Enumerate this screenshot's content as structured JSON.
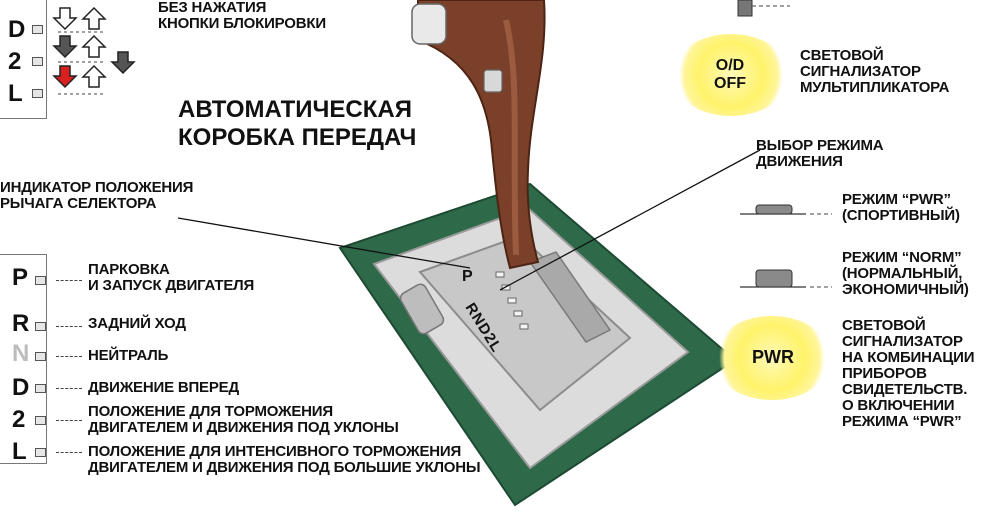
{
  "colors": {
    "lever": "#7a4029",
    "lever_light": "#a8674a",
    "console": "#2e6a4a",
    "plate": "#d9d9d9",
    "glow": "#fff36a",
    "accent_red": "#d8201f"
  },
  "title": "АВТОМАТИЧЕСКАЯ\nКОРОБКА ПЕРЕДАЧ",
  "top_left_caption": "БЕЗ НАЖАТИЯ\nКНОПКИ БЛОКИРОВКИ",
  "top_left_keys": [
    "D",
    "2",
    "L"
  ],
  "top_left_arrows": [
    "arrow-down-outline-icon",
    "arrow-up-outline-icon",
    "arrow-down-filled-icon",
    "arrow-red-down-icon"
  ],
  "indicator_caption": "ИНДИКАТОР ПОЛОЖЕНИЯ\nРЫЧАГА СЕЛЕКТОРА",
  "od_off": {
    "badge": "O/D\nOFF",
    "caption": "СВЕТОВОЙ\nСИГНАЛИЗАТОР\nМУЛЬТИПЛИКАТОРА"
  },
  "mode_select_caption": "ВЫБОР РЕЖИМА\nДВИЖЕНИЯ",
  "pwr_mode_caption": "РЕЖИМ “PWR”\n(СПОРТИВНЫЙ)",
  "norm_mode_caption": "РЕЖИМ “NORM”\n(НОРМАЛЬНЫЙ,\nЭКОНОМИЧНЫЙ)",
  "pwr_lamp": {
    "badge": "PWR",
    "caption": "СВЕТОВОЙ\nСИГНАЛИЗАТОР\nНА КОМБИНАЦИИ\nПРИБОРОВ\nСВИДЕТЕЛЬСТВ.\nО ВКЛЮЧЕНИИ\nРЕЖИМА “PWR”"
  },
  "positions": [
    {
      "key": "P",
      "desc": "ПАРКОВКА\nИ ЗАПУСК ДВИГАТЕЛЯ"
    },
    {
      "key": "R",
      "desc": "ЗАДНИЙ ХОД"
    },
    {
      "key": "N",
      "desc": "НЕЙТРАЛЬ"
    },
    {
      "key": "D",
      "desc": "ДВИЖЕНИЕ ВПЕРЕД"
    },
    {
      "key": "2",
      "desc": "ПОЛОЖЕНИЕ ДЛЯ ТОРМОЖЕНИЯ\nДВИГАТЕЛЕМ И ДВИЖЕНИЯ ПОД УКЛОНЫ"
    },
    {
      "key": "L",
      "desc": "ПОЛОЖЕНИЕ ДЛЯ ИНТЕНСИВНОГО ТОРМОЖЕНИЯ\nДВИГАТЕЛЕМ И ДВИЖЕНИЯ ПОД БОЛЬШИЕ УКЛОНЫ"
    }
  ],
  "gate_letters": [
    "P",
    "R",
    "N",
    "D",
    "2",
    "L"
  ]
}
